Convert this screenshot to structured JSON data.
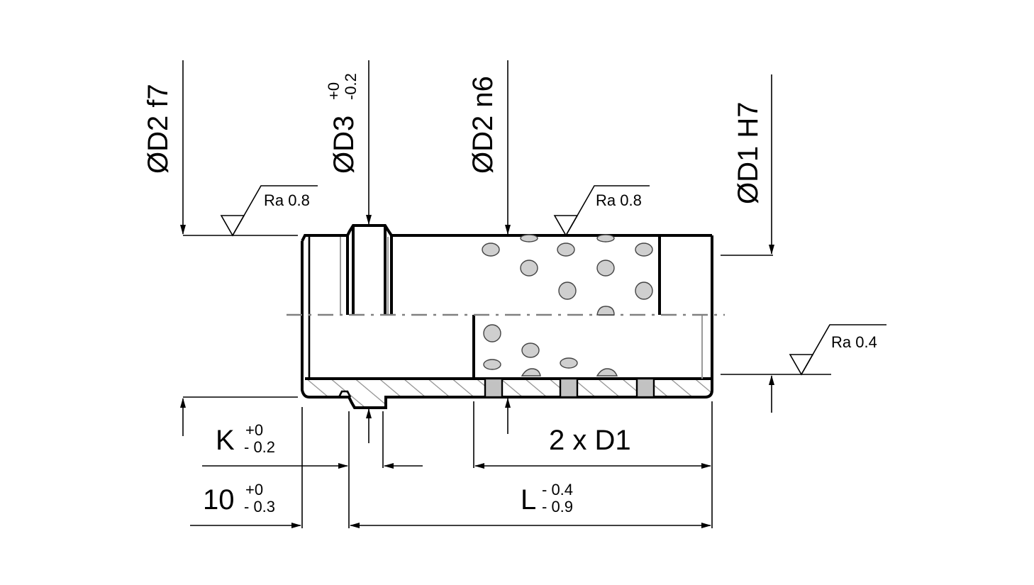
{
  "dimensions": {
    "d2_f7": {
      "label": "ØD2 f7"
    },
    "d3": {
      "label": "ØD3",
      "tol_upper": "+0",
      "tol_lower": "-0.2"
    },
    "d2_n6": {
      "label": "ØD2 n6"
    },
    "d1_h7": {
      "label": "ØD1 H7"
    },
    "k": {
      "label": "K",
      "tol_upper": "+0",
      "tol_lower": "- 0.2"
    },
    "ten": {
      "label": "10",
      "tol_upper": "+0",
      "tol_lower": "- 0.3"
    },
    "length": {
      "label": "L",
      "tol_upper": "- 0.4",
      "tol_lower": "- 0.9"
    },
    "pitch": {
      "label": "2 x D1"
    }
  },
  "surface_finish": [
    {
      "id": "ra-left",
      "label": "Ra 0.8"
    },
    {
      "id": "ra-middle",
      "label": "Ra 0.8"
    },
    {
      "id": "ra-right",
      "label": "Ra 0.4"
    }
  ],
  "colors": {
    "outline": "#000000",
    "hatch": "#8c8c8c",
    "plug_fill": "#c2c2c2",
    "hole_fill": "#cfcfcf",
    "centerline": "#808080"
  }
}
